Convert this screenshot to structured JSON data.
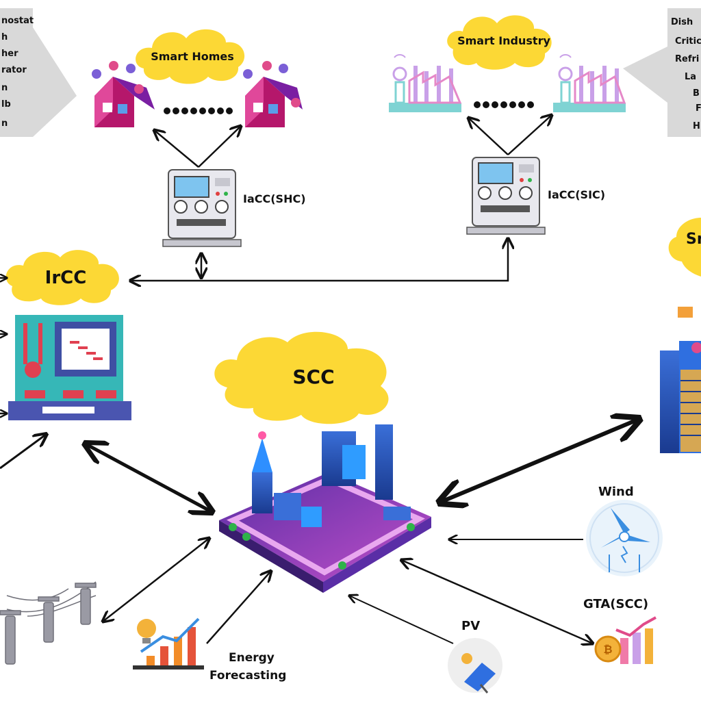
{
  "clouds": {
    "smart_homes": "Smart Homes",
    "smart_industry": "Smart Industry",
    "ircc": "IrCC",
    "scc": "SCC",
    "smart_right": "Sm"
  },
  "controllers": {
    "shc": "IaCC(SHC)",
    "sic": "IaCC(SIC)"
  },
  "sources": {
    "wind": "Wind",
    "gta": "GTA(SCC)",
    "pv": "PV",
    "forecast_line1": "Energy",
    "forecast_line2": "Forecasting"
  },
  "left_panel": {
    "items": [
      "nostat",
      "h",
      "her",
      "rator",
      "n",
      "lb",
      "n"
    ]
  },
  "right_panel": {
    "items": [
      "Dish",
      "Critic",
      "Refri",
      "La",
      "B",
      "F",
      "H"
    ]
  },
  "colors": {
    "cloud": "#fcd835",
    "panel": "#d9d9d9",
    "arrow": "#111111",
    "home": "#c2185b",
    "factory": "#7fd3d3",
    "meter": "#e8e8ee"
  }
}
